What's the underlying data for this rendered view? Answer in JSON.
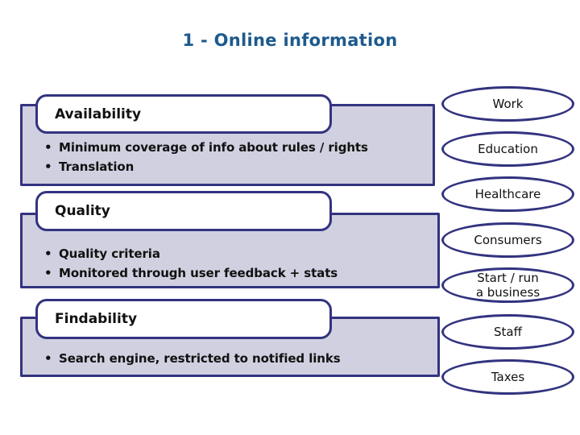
{
  "title": "1 - Online information",
  "ui": {
    "bullet_glyph": "•"
  },
  "colors": {
    "accent_border": "#333380",
    "panel_fill": "#D0D0E0",
    "title": "#1C5A8E",
    "text": "#111111",
    "shape_fill": "#FFFFFF"
  },
  "sections": [
    {
      "header": "Availability",
      "bullets": [
        "Minimum coverage of info about rules / rights",
        "Translation"
      ]
    },
    {
      "header": "Quality",
      "bullets": [
        "Quality criteria",
        "Monitored through user feedback + stats"
      ]
    },
    {
      "header": "Findability",
      "bullets": [
        "Search engine, restricted to notified links"
      ]
    }
  ],
  "ovals": [
    {
      "label": "Work"
    },
    {
      "label": "Education"
    },
    {
      "label": "Healthcare"
    },
    {
      "label": "Consumers"
    },
    {
      "label": "Start / run a business"
    },
    {
      "label": "Staff"
    },
    {
      "label": "Taxes"
    }
  ]
}
